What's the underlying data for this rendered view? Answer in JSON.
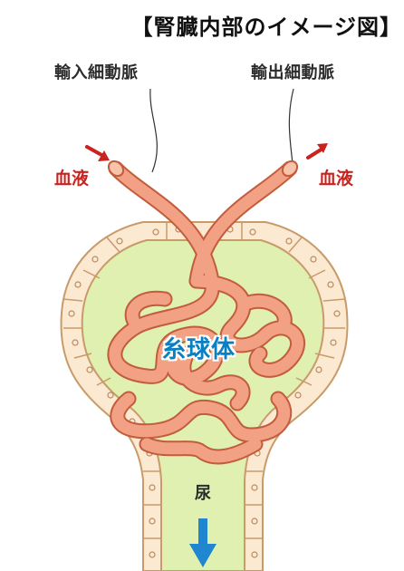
{
  "title": "【腎臓内部のイメージ図】",
  "labels": {
    "afferent": "輸入細動脈",
    "efferent": "輸出細動脈",
    "blood_in": "血液",
    "blood_out": "血液",
    "glomerulus": "糸球体",
    "urine": "尿"
  },
  "colors": {
    "capsule_fill": "#dff0b0",
    "cell_fill": "#fbe9d2",
    "cell_stroke": "#c99a6a",
    "vessel_fill": "#f2a184",
    "vessel_stroke": "#c25c3c",
    "blood_red": "#c8231f",
    "glomerulus_blue": "#0a7fc1",
    "arrow_blue": "#1f86cf"
  },
  "icons": {
    "blood_in_arrow": "arrow-in-icon",
    "blood_out_arrow": "arrow-out-icon",
    "urine_arrow": "arrow-down-icon"
  }
}
